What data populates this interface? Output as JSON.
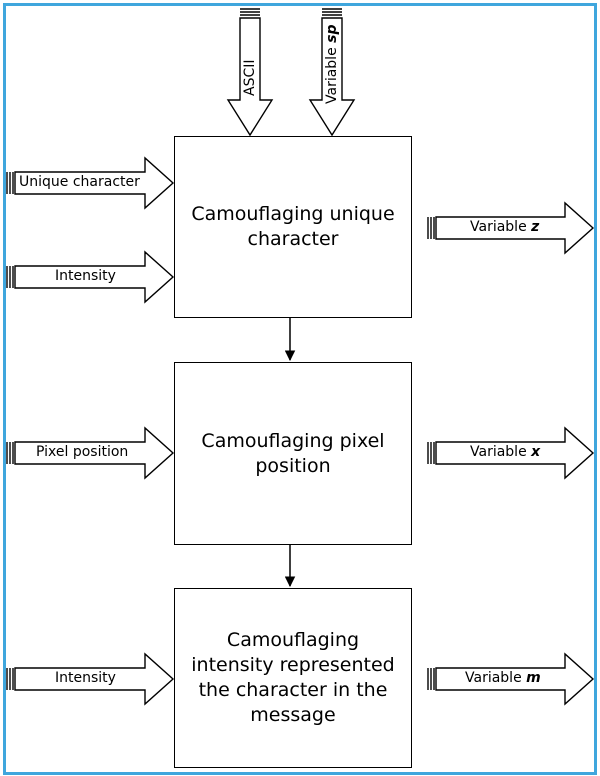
{
  "boxes": {
    "unique": "Camouflaging unique character",
    "pixel": "Camouflaging pixel position",
    "intensity": "Camouflaging intensity represented the character in the message"
  },
  "inputs": {
    "ascii": "ASCII",
    "variable_sp_prefix": "Variable",
    "variable_sp_var": "sp",
    "unique_character": "Unique character",
    "intensity_1": "Intensity",
    "pixel_position": "Pixel position",
    "intensity_2": "Intensity"
  },
  "outputs": {
    "z_prefix": "Variable",
    "z_var": "z",
    "x_prefix": "Variable",
    "x_var": "x",
    "m_prefix": "Variable",
    "m_var": "m"
  },
  "colors": {
    "frame": "#3fa6dd",
    "stroke": "#000000"
  }
}
